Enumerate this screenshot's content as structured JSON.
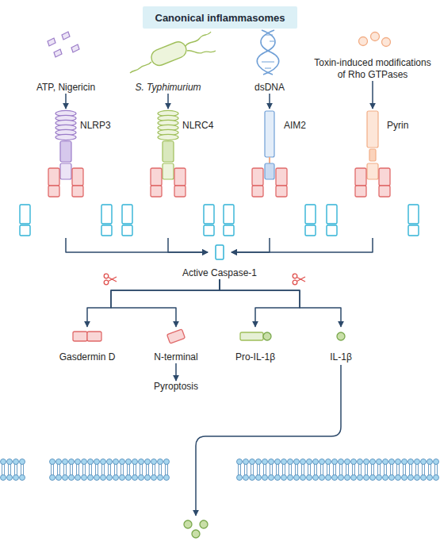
{
  "diagram": {
    "title": "Canonical inflammasomes",
    "nodes": [
      {
        "text": [
          "ATP, Nigericin"
        ]
      },
      {
        "text": [
          "S. Typhimurium"
        ]
      },
      {
        "text": [
          "dsDNA"
        ]
      },
      {
        "text": [
          "Toxin-induced modifications of Rho GTPases"
        ]
      },
      {
        "text": [
          "NLRP3"
        ]
      },
      {
        "text": [
          "NLRC4"
        ]
      },
      {
        "text": [
          "AIM2"
        ]
      },
      {
        "text": [
          "Pyrin"
        ]
      },
      {
        "text": [
          "Active Caspase-1"
        ]
      },
      {
        "text": [
          "Gasdermin D"
        ]
      },
      {
        "text": [
          "N-terminal"
        ]
      },
      {
        "text": [
          "Pyroptosis"
        ]
      },
      {
        "text": [
          "Pro-IL-1β"
        ]
      },
      {
        "text": [
          "IL-1β"
        ]
      }
    ],
    "edges": [
      {
        "from": 0,
        "to": 4,
        "arrow": "to"
      },
      {
        "from": 1,
        "to": 5,
        "arrow": "to"
      },
      {
        "from": 2,
        "to": 6,
        "arrow": "to"
      },
      {
        "from": 3,
        "to": 7,
        "arrow": "to"
      },
      {
        "from": 4,
        "to": 8,
        "arrow": "to"
      },
      {
        "from": 5,
        "to": 8,
        "arrow": "to"
      },
      {
        "from": 6,
        "to": 8,
        "arrow": "to"
      },
      {
        "from": 7,
        "to": 8,
        "arrow": "to"
      },
      {
        "from": 8,
        "to": 9,
        "arrow": "to"
      },
      {
        "from": 8,
        "to": 10,
        "arrow": "to"
      },
      {
        "from": 8,
        "to": 12,
        "arrow": "to"
      },
      {
        "from": 8,
        "to": 13,
        "arrow": "to"
      },
      {
        "from": 10,
        "to": 11,
        "arrow": "to"
      }
    ]
  }
}
